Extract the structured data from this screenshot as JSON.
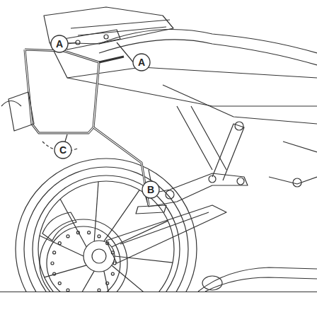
{
  "diagram": {
    "nodes": [
      {
        "text": [
          "A"
        ]
      },
      {
        "text": [
          "A"
        ]
      },
      {
        "text": [
          "C"
        ]
      },
      {
        "text": [
          "B"
        ]
      }
    ]
  }
}
